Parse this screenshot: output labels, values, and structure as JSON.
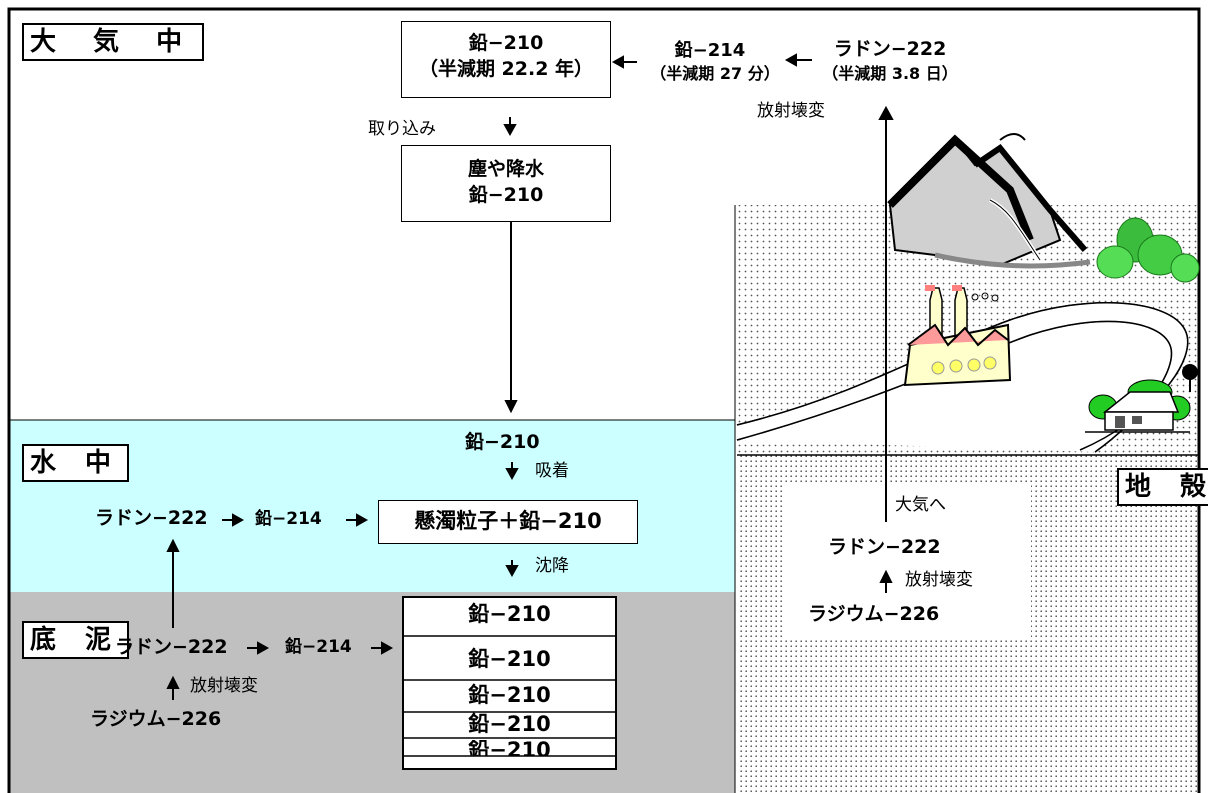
{
  "zones": {
    "atmosphere": "大 気 中",
    "water": "水 中",
    "sediment": "底 泥",
    "crust": "地 殻"
  },
  "atmosphere": {
    "pb210_name": "鉛−210",
    "pb210_halflife": "（半減期 22.2 年）",
    "pb214_name": "鉛−214",
    "pb214_halflife": "（半減期 27 分）",
    "rn222_name": "ラドン−222",
    "rn222_halflife": "（半減期 3.8 日）",
    "decay_label": "放射壊変",
    "uptake_label": "取り込み",
    "dust_line1": "塵や降水",
    "dust_line2": "鉛−210"
  },
  "water": {
    "pb210": "鉛−210",
    "adsorption": "吸着",
    "radon": "ラドン−222",
    "pb214": "鉛−214",
    "particle": "懸濁粒子＋鉛−210",
    "settling": "沈降"
  },
  "sediment": {
    "radon": "ラドン−222",
    "pb214": "鉛−214",
    "decay": "放射壊変",
    "radium": "ラジウム−226",
    "layers": [
      "鉛−210",
      "鉛−210",
      "鉛−210",
      "鉛−210",
      "鉛−210"
    ]
  },
  "crust": {
    "to_air": "大気へ",
    "radon": "ラドン−222",
    "decay": "放射壊変",
    "radium": "ラジウム−226"
  }
}
